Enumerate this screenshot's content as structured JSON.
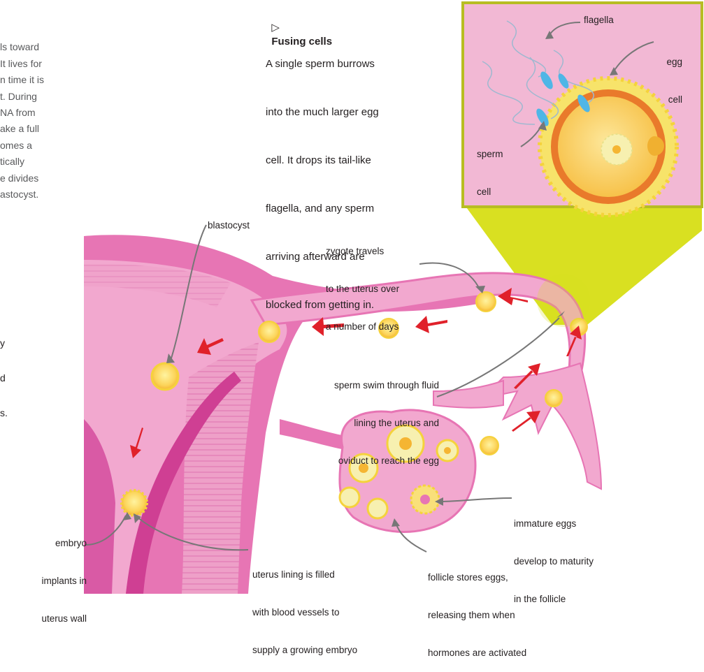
{
  "left_text_fragments": [
    "ls toward",
    "It lives for",
    "n time it is",
    "t. During",
    "NA from",
    "ake a full",
    "omes a",
    "tically",
    "e divides",
    "astocyst."
  ],
  "left_text_fragments_2": [
    "y",
    "d",
    "s."
  ],
  "caption": {
    "title": "Fusing cells",
    "marker": "▷",
    "lines": [
      "A single sperm burrows",
      "into the much larger egg",
      "cell. It drops its tail-like",
      "flagella, and any sperm",
      "arriving afterward are",
      "blocked from getting in."
    ]
  },
  "inset_labels": {
    "flagella": "flagella",
    "egg_cell": [
      "egg",
      "cell"
    ],
    "sperm_cell": [
      "sperm",
      "cell"
    ]
  },
  "labels": {
    "blastocyst": "blastocyst",
    "zygote": [
      "zygote travels",
      "to the uterus over",
      "a number of days"
    ],
    "sperm_swim": [
      "sperm swim through fluid",
      "lining the uterus and",
      "oviduct to reach the egg"
    ],
    "embryo": [
      "embryo",
      "implants in",
      "uterus wall"
    ],
    "immature": [
      "immature eggs",
      "develop to maturity",
      "in the follicle"
    ],
    "uterus_lining": [
      "uterus lining is filled",
      "with blood vessels to",
      "supply a growing embryo"
    ],
    "follicle": [
      "follicle stores eggs,",
      "releasing them when",
      "hormones are activated"
    ]
  },
  "colors": {
    "uterus_light": "#f2a8cf",
    "uterus_mid": "#e775b4",
    "uterus_dark": "#cf3f93",
    "inset_bg": "#f2b8d4",
    "inset_border": "#b7bd22",
    "funnel": "#d9e021",
    "egg_orange": "#f39a2e",
    "egg_yellow": "#fcd45a",
    "arrow_red": "#e0212a",
    "leader_gray": "#777777"
  }
}
